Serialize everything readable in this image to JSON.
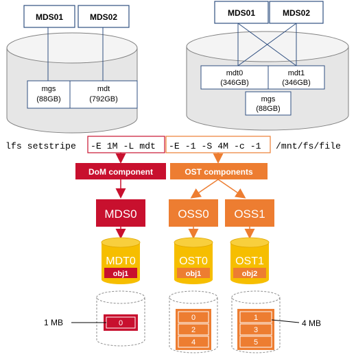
{
  "top_left": {
    "servers": [
      "MDS01",
      "MDS02"
    ],
    "targets": [
      {
        "name": "mgs",
        "size": "(88GB)"
      },
      {
        "name": "mdt",
        "size": "(792GB)"
      }
    ]
  },
  "top_right": {
    "servers": [
      "MDS01",
      "MDS02"
    ],
    "targets": [
      {
        "name": "mdt0",
        "size": "(346GB)"
      },
      {
        "name": "mdt1",
        "size": "(346GB)"
      },
      {
        "name": "mgs",
        "size": "(88GB)"
      }
    ]
  },
  "command": {
    "prefix": "lfs setstripe",
    "dom_part": "-E 1M -L mdt",
    "ost_part": "-E -1 -S 4M -c -1",
    "path": "/mnt/fs/file"
  },
  "components": {
    "dom": "DoM component",
    "ost": "OST components"
  },
  "servers": [
    "MDS0",
    "OSS0",
    "OSS1"
  ],
  "targets": [
    {
      "name": "MDT0",
      "obj": "obj1"
    },
    {
      "name": "OST0",
      "obj": "obj1"
    },
    {
      "name": "OST1",
      "obj": "obj2"
    }
  ],
  "stripes": {
    "mdt": [
      "0"
    ],
    "ost0": [
      "0",
      "2",
      "4"
    ],
    "ost1": [
      "1",
      "3",
      "5"
    ]
  },
  "labels": {
    "left_size": "1 MB",
    "right_size": "4 MB"
  },
  "colors": {
    "dom_red": "#c8102e",
    "ost_orange": "#ed7d31",
    "cylinder_yellow": "#f6be00",
    "box_border_blue": "#2f4f80",
    "disk_gray": "#e6e6e6"
  }
}
